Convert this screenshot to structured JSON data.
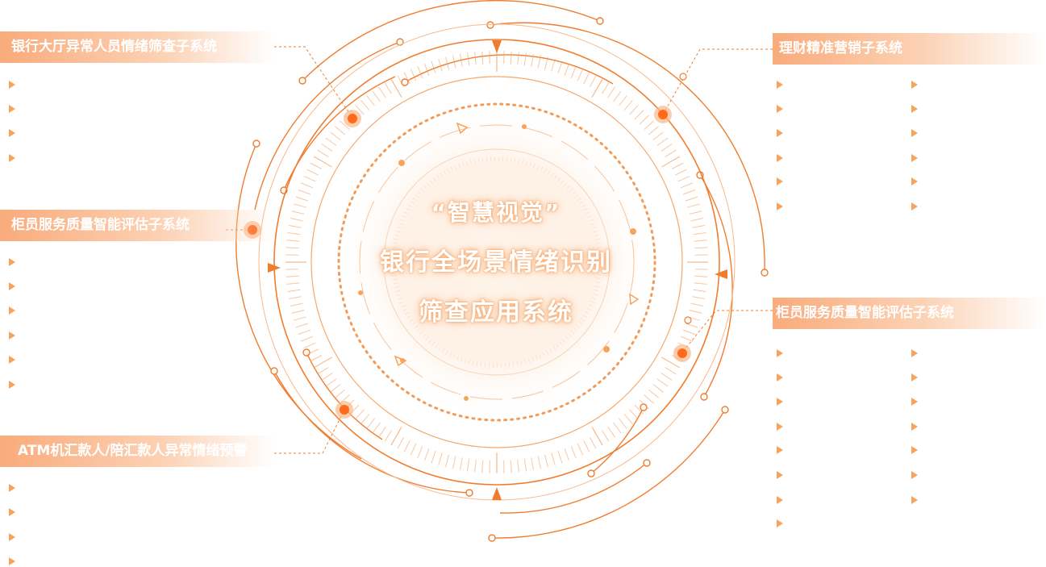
{
  "center": {
    "line1": "“智慧视觉”",
    "line2": "银行全场景情绪识别",
    "line3": "筛查应用系统"
  },
  "labels": {
    "left_top": "银行大厅异常人员情绪筛查子系统",
    "left_mid": "柜员服务质量智能评估子系统",
    "left_bot": "ATM机汇款人/陪汇款人异常情绪预警",
    "right_top": "理财精准营销子系统",
    "right_mid": "柜员服务质量智能评估子系统"
  },
  "colors": {
    "accent": "#f07d2e",
    "accent_light": "#f9b88a",
    "label_bg": "#f9ab7b",
    "dot": "#ff6a1a"
  }
}
